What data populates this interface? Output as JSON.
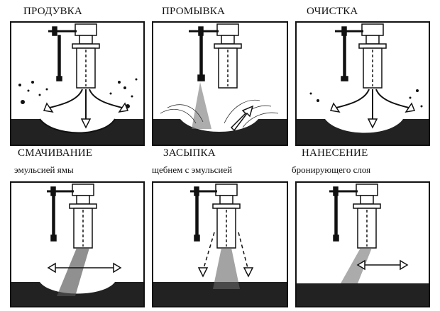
{
  "steps": [
    {
      "title": "ПРОДУВКА",
      "subtitle": ""
    },
    {
      "title": "ПРОМЫВКА",
      "subtitle": ""
    },
    {
      "title": "ОЧИСТКА",
      "subtitle": ""
    },
    {
      "title": "СМАЧИВАНИЕ",
      "subtitle": "эмульсией ямы"
    },
    {
      "title": "ЗАСЫПКА",
      "subtitle": "щебнем с эмульсией"
    },
    {
      "title": "НАНЕСЕНИЕ",
      "subtitle": "бронирующего слоя"
    }
  ],
  "colors": {
    "ink": "#111111",
    "paper": "#ffffff",
    "ground": "#222222"
  }
}
